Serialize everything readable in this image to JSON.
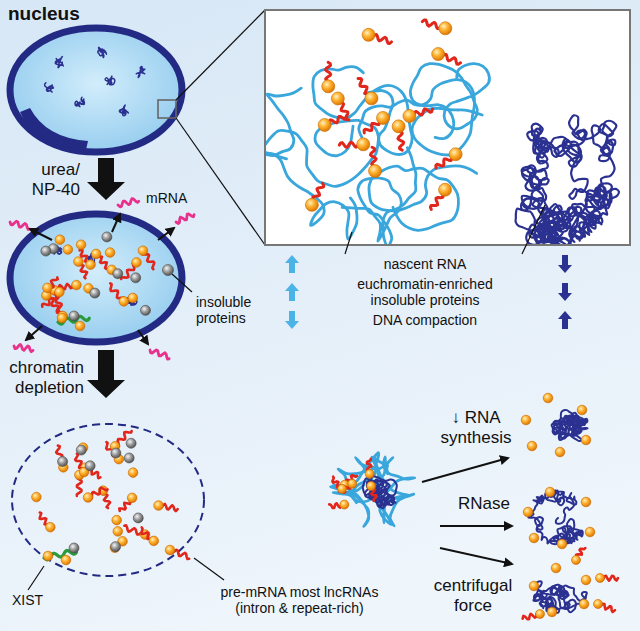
{
  "diagram": {
    "title": "nucleus",
    "labels": [
      "urea/ NP-40",
      "mRNA",
      "insoluble proteins",
      "chromatin depletion",
      "XIST",
      "pre-mRNA most lncRNAs (intron & repeat-rich)",
      "nascent RNA",
      "euchromatin-enriched insoluble proteins",
      "DNA compaction",
      "↓ RNA synthesis",
      "RNase",
      "centrifugal force"
    ]
  }
}
